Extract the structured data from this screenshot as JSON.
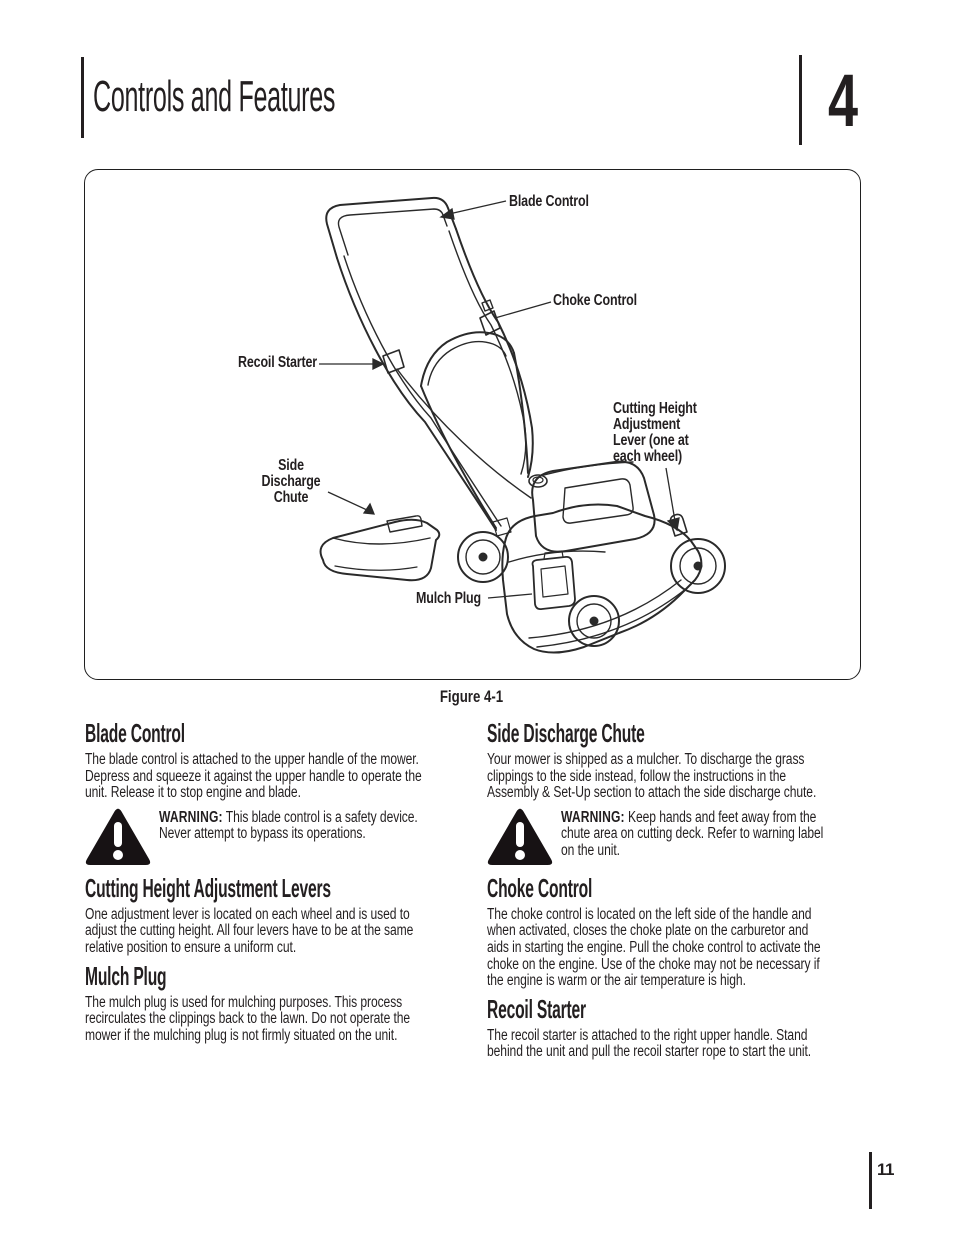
{
  "header": {
    "title": "Controls and Features",
    "chapter_number": "4"
  },
  "figure": {
    "caption": "Figure 4-1",
    "callouts": {
      "blade_control": "Blade Control",
      "choke_control": "Choke Control",
      "recoil_starter": "Recoil Starter",
      "cutting_height": "Cutting Height\nAdjustment\nLever (one at\neach wheel)",
      "side_discharge": "Side Discharge\nChute",
      "mulch_plug": "Mulch Plug"
    }
  },
  "sections": {
    "blade_control": {
      "heading": "Blade Control",
      "body": "The blade control is attached to the upper handle of the mower.\nDepress and squeeze it against the upper handle to operate the\nunit. Release it to stop engine and blade.",
      "warning_label": "WARNING:",
      "warning_text": " This blade control is a safety device.\nNever attempt to bypass its operations."
    },
    "cutting_height": {
      "heading": "Cutting Height Adjustment Levers",
      "body": "One adjustment lever is located on each wheel and is used to\nadjust the cutting height. All four levers have to be at the same\nrelative position to ensure a uniform cut."
    },
    "mulch_plug": {
      "heading": "Mulch Plug",
      "body": "The mulch plug is used for mulching purposes. This process\nrecirculates the clippings back to the lawn. Do not operate the\nmower if the mulching plug is not firmly situated on the unit."
    },
    "side_discharge": {
      "heading": "Side Discharge Chute",
      "body": "Your mower is shipped as a mulcher. To discharge the grass\nclippings to the side instead, follow the instructions in the\nAssembly & Set-Up section to attach the side discharge chute.",
      "warning_label": "WARNING:",
      "warning_text": " Keep hands and feet away from the\nchute area on cutting deck. Refer to warning label\non the unit."
    },
    "choke_control": {
      "heading": "Choke Control",
      "body": "The choke control is located on the left side of the handle and\nwhen activated, closes the choke plate on the carburetor and\naids in starting the engine. Pull the choke control to activate the\nchoke on the engine. Use of the choke may not be necessary if\nthe engine is warm or the air temperature is high."
    },
    "recoil_starter": {
      "heading": "Recoil Starter",
      "body": "The recoil starter is attached to the right upper handle. Stand\nbehind the unit and pull the recoil starter rope to start the unit."
    }
  },
  "footer": {
    "page_number": "11"
  }
}
